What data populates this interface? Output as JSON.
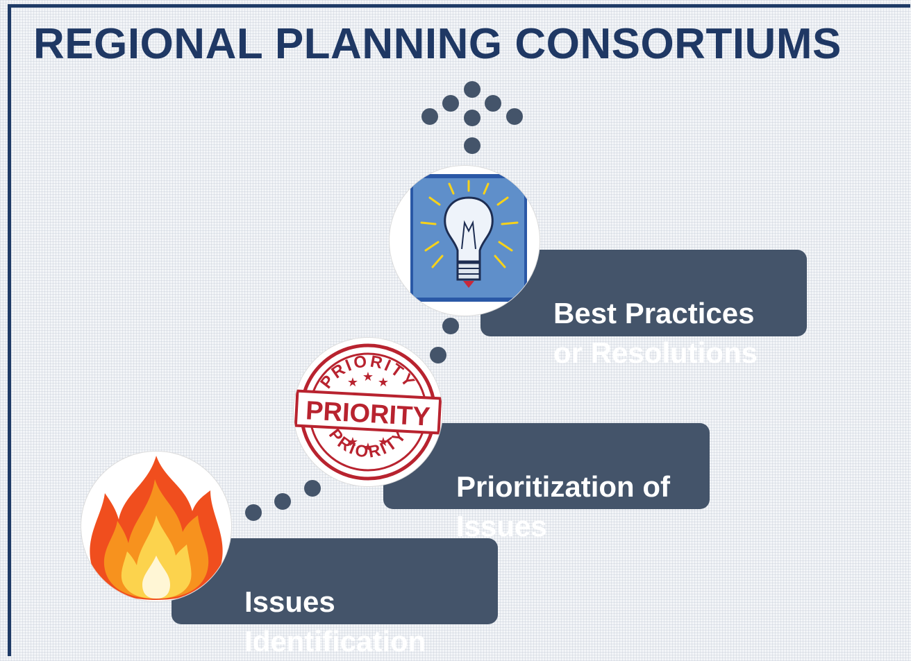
{
  "title": "REGIONAL PLANNING CONSORTIUMS",
  "steps": [
    {
      "label": "Issues\nIdentification",
      "icon": "fire-icon"
    },
    {
      "label": "Prioritization of\nIssues",
      "icon": "priority-stamp-icon"
    },
    {
      "label": "Best Practices\nor Resolutions",
      "icon": "lightbulb-icon"
    }
  ],
  "stamp": {
    "main": "PRIORITY",
    "ring": "PRIORITY"
  },
  "colors": {
    "navy": "#1f3864",
    "box": "#44546a",
    "stamp_red": "#b8232f",
    "bulb_bg": "#4a78b8"
  }
}
